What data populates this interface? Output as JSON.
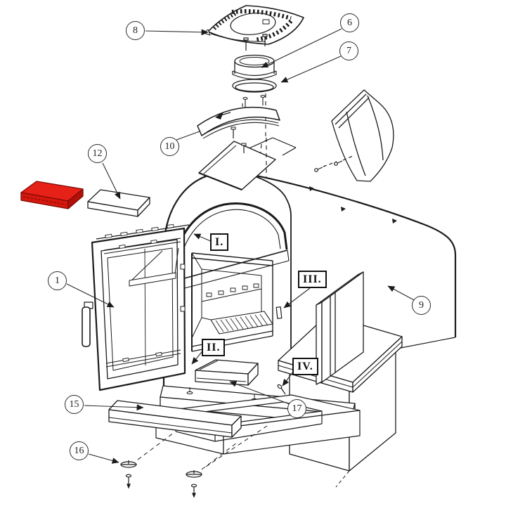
{
  "diagram": {
    "background_color": "#ffffff",
    "line_color": "#1b1b1b",
    "highlight": {
      "color": "#e62118"
    },
    "callouts": [
      {
        "id": "callout-1",
        "label": "1"
      },
      {
        "id": "callout-6",
        "label": "6"
      },
      {
        "id": "callout-7",
        "label": "7"
      },
      {
        "id": "callout-8",
        "label": "8"
      },
      {
        "id": "callout-9",
        "label": "9"
      },
      {
        "id": "callout-10",
        "label": "10"
      },
      {
        "id": "callout-12",
        "label": "12"
      },
      {
        "id": "callout-15",
        "label": "15"
      },
      {
        "id": "callout-16",
        "label": "16"
      },
      {
        "id": "callout-17",
        "label": "17"
      }
    ],
    "zone_labels": [
      {
        "id": "zone-I",
        "label": "I."
      },
      {
        "id": "zone-II",
        "label": "II."
      },
      {
        "id": "zone-III",
        "label": "III."
      },
      {
        "id": "zone-IV",
        "label": "IV."
      }
    ]
  }
}
